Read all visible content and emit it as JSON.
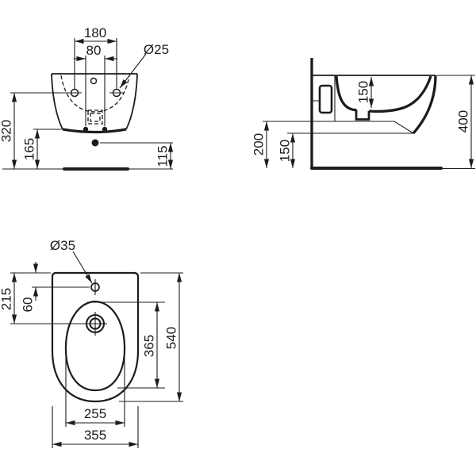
{
  "drawing_title": "wall-hung bidet technical dimension drawing",
  "colors": {
    "line": "#1c1c1c",
    "background": "#ffffff"
  },
  "front_view": {
    "hole_spacing": "180",
    "bolt_spacing": "80",
    "hole_dia": "Ø25",
    "mount_height": "320",
    "body_height": "165",
    "outlet_height": "115"
  },
  "side_view": {
    "bowl_depth": "150",
    "total_height": "400",
    "back_clearance": "200",
    "front_clearance": "150"
  },
  "plan_view": {
    "tap_dia": "Ø35",
    "nozzle_offset": "215",
    "tap_offset": "60",
    "bowl_length": "365",
    "total_length": "540",
    "bowl_width": "255",
    "total_width": "355"
  }
}
